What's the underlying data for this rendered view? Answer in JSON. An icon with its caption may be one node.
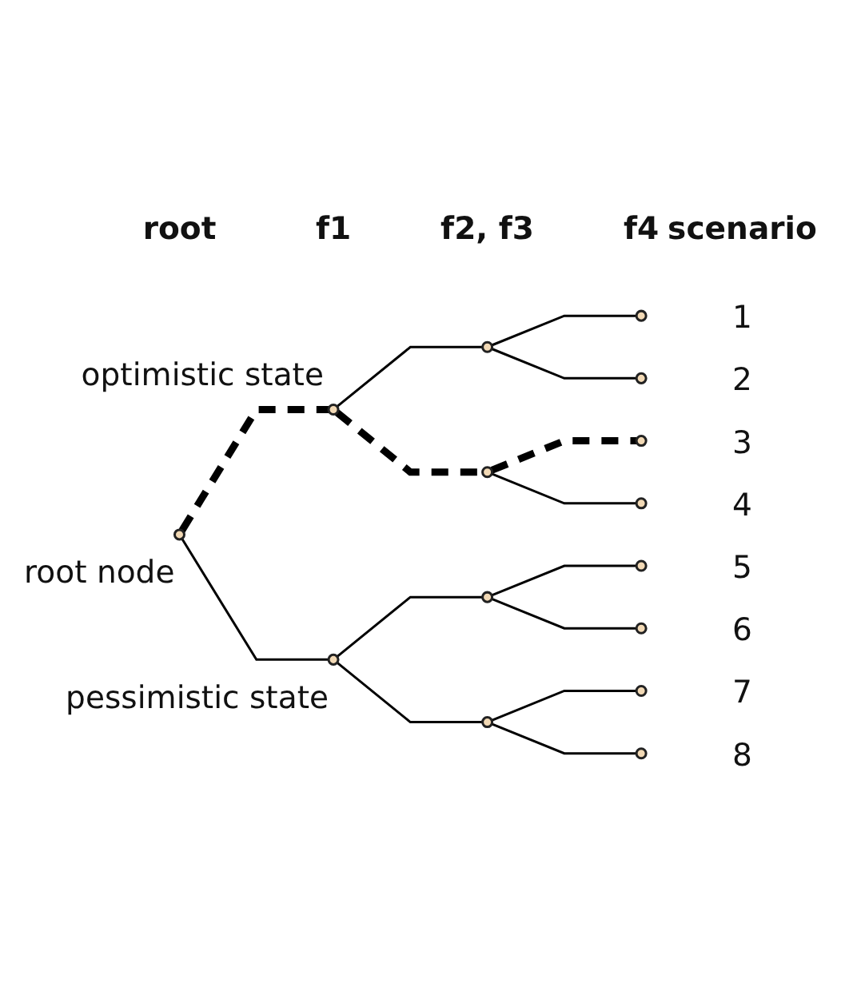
{
  "diagram": {
    "nodes": [
      {
        "text": [],
        "shape": "circle",
        "beside": [
          "root node"
        ]
      },
      {
        "text": [],
        "shape": "circle",
        "beside": [
          "optimistic state"
        ]
      },
      {
        "text": [],
        "shape": "circle",
        "beside": [
          "pessimistic state"
        ]
      },
      {
        "text": [],
        "shape": "circle"
      },
      {
        "text": [],
        "shape": "circle"
      },
      {
        "text": [],
        "shape": "circle"
      },
      {
        "text": [],
        "shape": "circle"
      },
      {
        "text": [],
        "shape": "circle",
        "beside": [
          "1"
        ]
      },
      {
        "text": [],
        "shape": "circle",
        "beside": [
          "2"
        ]
      },
      {
        "text": [],
        "shape": "circle",
        "beside": [
          "3"
        ]
      },
      {
        "text": [],
        "shape": "circle",
        "beside": [
          "4"
        ]
      },
      {
        "text": [],
        "shape": "circle",
        "beside": [
          "5"
        ]
      },
      {
        "text": [],
        "shape": "circle",
        "beside": [
          "6"
        ]
      },
      {
        "text": [],
        "shape": "circle",
        "beside": [
          "7"
        ]
      },
      {
        "text": [],
        "shape": "circle",
        "beside": [
          "8"
        ]
      }
    ],
    "edges": [
      {
        "from": 0,
        "to": 1,
        "arrow": "none",
        "style": "dashed"
      },
      {
        "from": 0,
        "to": 2,
        "arrow": "none"
      },
      {
        "from": 1,
        "to": 3,
        "arrow": "none"
      },
      {
        "from": 1,
        "to": 4,
        "arrow": "none",
        "style": "dashed"
      },
      {
        "from": 2,
        "to": 5,
        "arrow": "none"
      },
      {
        "from": 2,
        "to": 6,
        "arrow": "none"
      },
      {
        "from": 3,
        "to": 7,
        "arrow": "none"
      },
      {
        "from": 3,
        "to": 8,
        "arrow": "none"
      },
      {
        "from": 4,
        "to": 9,
        "arrow": "none",
        "style": "dashed"
      },
      {
        "from": 4,
        "to": 10,
        "arrow": "none"
      },
      {
        "from": 5,
        "to": 11,
        "arrow": "none"
      },
      {
        "from": 5,
        "to": 12,
        "arrow": "none"
      },
      {
        "from": 6,
        "to": 13,
        "arrow": "none"
      },
      {
        "from": 6,
        "to": 14,
        "arrow": "none"
      }
    ],
    "labels": [
      "root",
      "f1",
      "f2, f3",
      "f4",
      "scenario"
    ]
  }
}
